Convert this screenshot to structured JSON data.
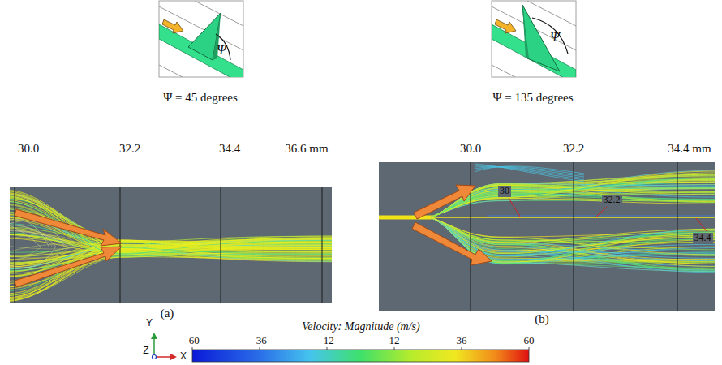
{
  "diagram": {
    "labels": [
      "Ψ",
      "Ψ = 45 degrees",
      "Ψ",
      "Ψ = 135 degrees",
      "30.0",
      "32.2",
      "34.4",
      "36.6 mm",
      "30.0",
      "32.2",
      "34.4 mm",
      "30",
      "32.2",
      "34.4",
      "(a)",
      "(b)",
      "Velocity: Magnitude (m/s)",
      "-60",
      "-36",
      "-12",
      "12",
      "36",
      "60",
      "Y",
      "Z",
      "X"
    ]
  }
}
